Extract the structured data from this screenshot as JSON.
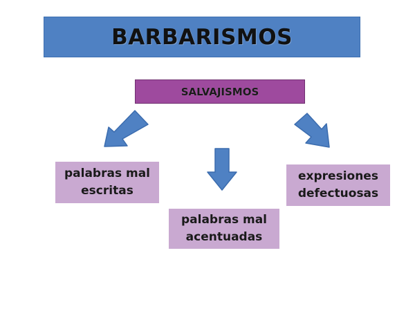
{
  "title": "BARBARISMOS",
  "subtitle": "SALVAJISMOS",
  "branches": [
    {
      "line1": "palabras mal",
      "line2": "escritas"
    },
    {
      "line1": "palabras mal",
      "line2": "acentuadas"
    },
    {
      "line1": "expresiones",
      "line2": "defectuosas"
    }
  ],
  "colors": {
    "title_bg": "#4f81c3",
    "subtitle_bg": "#9e4a9e",
    "leaf_bg": "#c9a9d1",
    "arrow": "#4f81c3"
  }
}
